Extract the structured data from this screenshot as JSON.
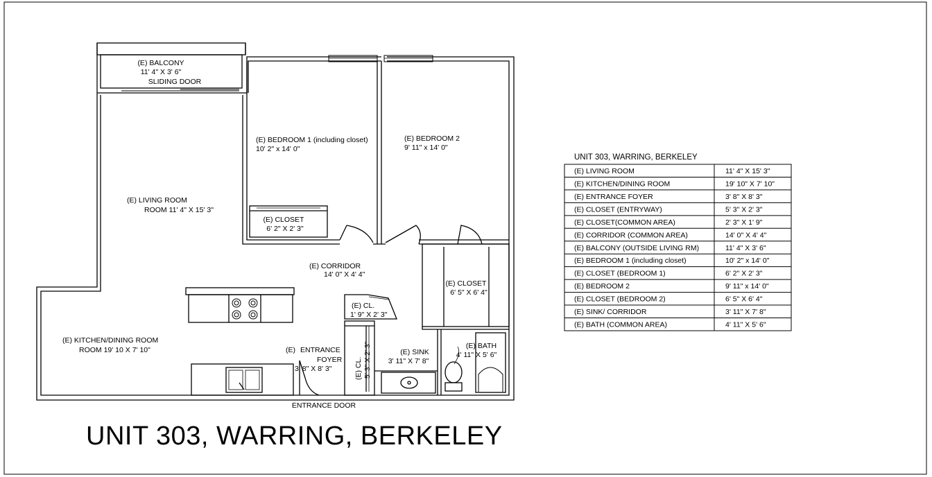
{
  "plan_title": "UNIT 303, WARRING, BERKELEY",
  "rooms": {
    "balcony": [
      "(E) BALCONY",
      "11' 4\" X 3' 6\""
    ],
    "sliding_door": "SLIDING DOOR",
    "bedroom1": [
      "(E) BEDROOM 1 (including closet)",
      "10' 2\" x 14' 0\""
    ],
    "bedroom2": [
      "(E) BEDROOM 2",
      "9' 11\" x 14' 0\""
    ],
    "living": [
      "(E)   LIVING ROOM",
      "ROOM 11' 4\" X 15' 3\""
    ],
    "closet_b1": [
      "(E) CLOSET",
      "6' 2\" X 2' 3\""
    ],
    "corridor": [
      "(E)   CORRIDOR",
      "14' 0\" X 4' 4\""
    ],
    "closet_b2": [
      "(E) CLOSET",
      "6' 5\" X 6' 4\""
    ],
    "kitchen": [
      "(E)   KITCHEN/DINING ROOM",
      "ROOM 19' 10 X 7' 10\""
    ],
    "cl_common": [
      "(E) CL.",
      "1' 9\" X 2' 3\""
    ],
    "foyer": [
      "(E)",
      "ENTRANCE",
      "FOYER",
      "3' 8\" X 8' 3\""
    ],
    "cl_entry": [
      "(E) CL.",
      "5' 3\" X 2' 3\""
    ],
    "sink": [
      "(E) SINK",
      "3' 11\" X 7' 8\""
    ],
    "bath": [
      "(E) BATH",
      "4' 11\" X 5' 6\""
    ],
    "entrance_door": "ENTRANCE DOOR"
  },
  "schedule": {
    "title": "UNIT 303, WARRING, BERKELEY",
    "rows": [
      [
        "(E) LIVING ROOM",
        "11' 4\" X 15' 3\""
      ],
      [
        "(E) KITCHEN/DINING ROOM",
        "19' 10\" X 7' 10\""
      ],
      [
        "(E) ENTRANCE FOYER",
        "3' 8\" X 8' 3\""
      ],
      [
        "(E) CLOSET (ENTRYWAY)",
        "5' 3\" X 2' 3\""
      ],
      [
        "(E)   CLOSET(COMMON AREA)",
        "2' 3\" X 1' 9\""
      ],
      [
        "(E) CORRIDOR (COMMON AREA)",
        "14' 0\" X 4' 4\""
      ],
      [
        "(E) BALCONY (OUTSIDE LIVING RM)",
        "11' 4\" X 3' 6\""
      ],
      [
        "(E) BEDROOM 1 (including closet)",
        "10' 2\" x 14' 0\""
      ],
      [
        "(E) CLOSET (BEDROOM 1)",
        "6' 2\" X 2' 3\""
      ],
      [
        "(E) BEDROOM 2",
        "9' 11\" x 14' 0\""
      ],
      [
        "(E) CLOSET (BEDROOM 2)",
        "6' 5\" X 6' 4\""
      ],
      [
        "(E) SINK/ CORRIDOR",
        "3' 11\" X 7' 8\""
      ],
      [
        "(E) BATH (COMMON AREA)",
        "4' 11\" X 5' 6\""
      ]
    ]
  }
}
